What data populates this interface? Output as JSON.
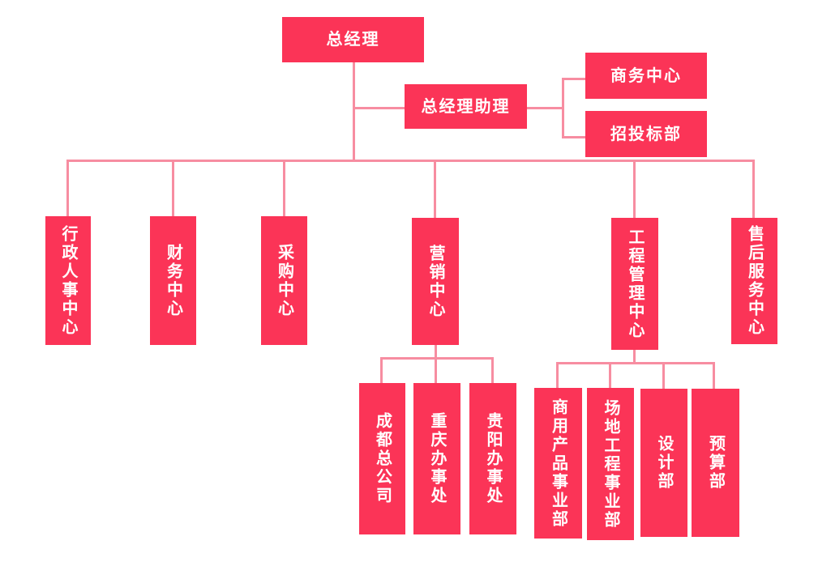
{
  "diagram_type": "org-chart",
  "colors": {
    "box": "#fb3457",
    "line": "#f78da1",
    "text": "#ffffff",
    "background": "#ffffff"
  },
  "nodes": {
    "gm": {
      "label": "总经理"
    },
    "assistant": {
      "label": "总经理助理"
    },
    "business": {
      "label": "商务中心"
    },
    "bidding": {
      "label": "招投标部"
    },
    "admin_hr": {
      "label": "行政人事中心"
    },
    "finance": {
      "label": "财务中心"
    },
    "procurement": {
      "label": "采购中心"
    },
    "marketing": {
      "label": "营销中心"
    },
    "engineering": {
      "label": "工程管理中心"
    },
    "aftersales": {
      "label": "售后服务中心"
    },
    "chengdu": {
      "label": "成都总公司"
    },
    "chongqing": {
      "label": "重庆办事处"
    },
    "guiyang": {
      "label": "贵阳办事处"
    },
    "commercial": {
      "label": "商用产品事业部"
    },
    "site_engineering": {
      "label": "场地工程事业部"
    },
    "design": {
      "label": "设计部"
    },
    "budget": {
      "label": "预算部"
    }
  },
  "edges": [
    {
      "from": "总经理",
      "to": "总经理助理"
    },
    {
      "from": "总经理助理",
      "to": "商务中心"
    },
    {
      "from": "总经理助理",
      "to": "招投标部"
    },
    {
      "from": "总经理",
      "to": "行政人事中心"
    },
    {
      "from": "总经理",
      "to": "财务中心"
    },
    {
      "from": "总经理",
      "to": "采购中心"
    },
    {
      "from": "总经理",
      "to": "营销中心"
    },
    {
      "from": "总经理",
      "to": "工程管理中心"
    },
    {
      "from": "总经理",
      "to": "售后服务中心"
    },
    {
      "from": "营销中心",
      "to": "成都总公司"
    },
    {
      "from": "营销中心",
      "to": "重庆办事处"
    },
    {
      "from": "营销中心",
      "to": "贵阳办事处"
    },
    {
      "from": "工程管理中心",
      "to": "商用产品事业部"
    },
    {
      "from": "工程管理中心",
      "to": "场地工程事业部"
    },
    {
      "from": "工程管理中心",
      "to": "设计部"
    },
    {
      "from": "工程管理中心",
      "to": "预算部"
    }
  ]
}
